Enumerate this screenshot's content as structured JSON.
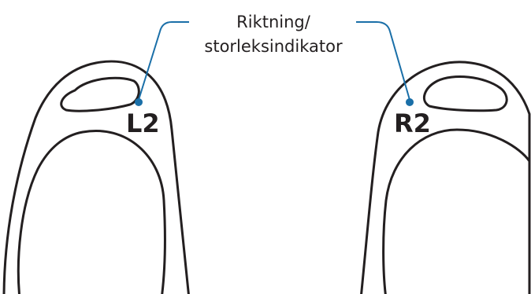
{
  "callout": {
    "line1": "Riktning/",
    "line2": "storleksindikator"
  },
  "left_tip": {
    "marker": "L2"
  },
  "right_tip": {
    "marker": "R2"
  },
  "colors": {
    "leader": "#1a6fa8",
    "outline": "#231f20"
  }
}
